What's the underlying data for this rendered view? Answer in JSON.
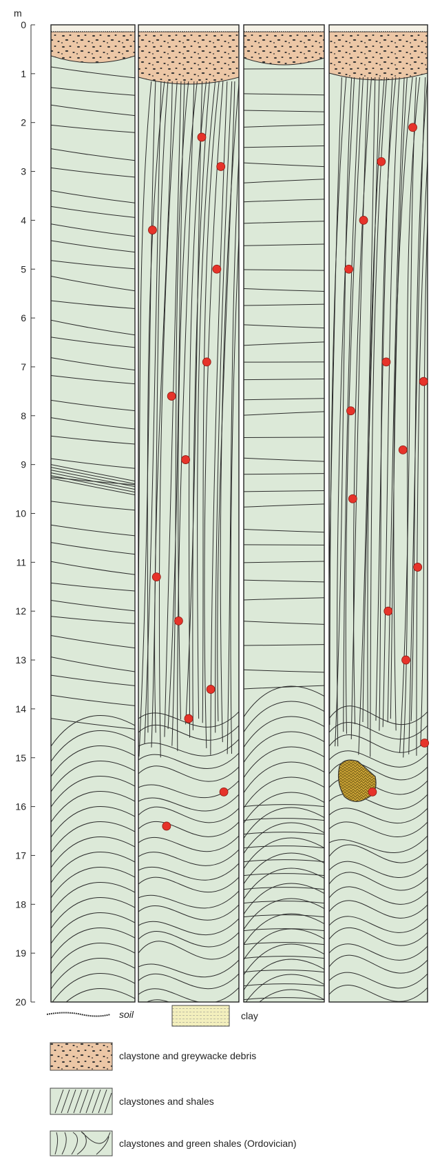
{
  "depth_axis": {
    "unit": "m",
    "ticks": [
      "0",
      "1",
      "2",
      "3",
      "4",
      "5",
      "6",
      "7",
      "8",
      "9",
      "10",
      "11",
      "12",
      "13",
      "14",
      "15",
      "16",
      "17",
      "18",
      "19",
      "20"
    ],
    "min": 0,
    "max": 20
  },
  "columns": [
    {
      "id": "A",
      "fauna_count": 0
    },
    {
      "id": "B",
      "fauna_count": 13
    },
    {
      "id": "C",
      "fauna_count": 0
    },
    {
      "id": "D",
      "fauna_count": 14
    }
  ],
  "legend": [
    {
      "key": "soil",
      "label": "soil",
      "italic": true
    },
    {
      "key": "clay",
      "label": "clay"
    },
    {
      "key": "debris",
      "label": "claystone and greywacke debris"
    },
    {
      "key": "shale",
      "label": "claystones and shales"
    },
    {
      "key": "green",
      "label": "claystones and green shales (Ordovician)"
    },
    {
      "key": "greywacke",
      "label": "greywackes"
    },
    {
      "key": "fauna",
      "label": "fauna"
    }
  ],
  "colors": {
    "fill": "#dce9d8",
    "debris": "#ecc7a6",
    "greywacke": "#cda638",
    "fauna": "#e6332a",
    "clay": "#f3efbd",
    "line": "#2a2a2a"
  }
}
